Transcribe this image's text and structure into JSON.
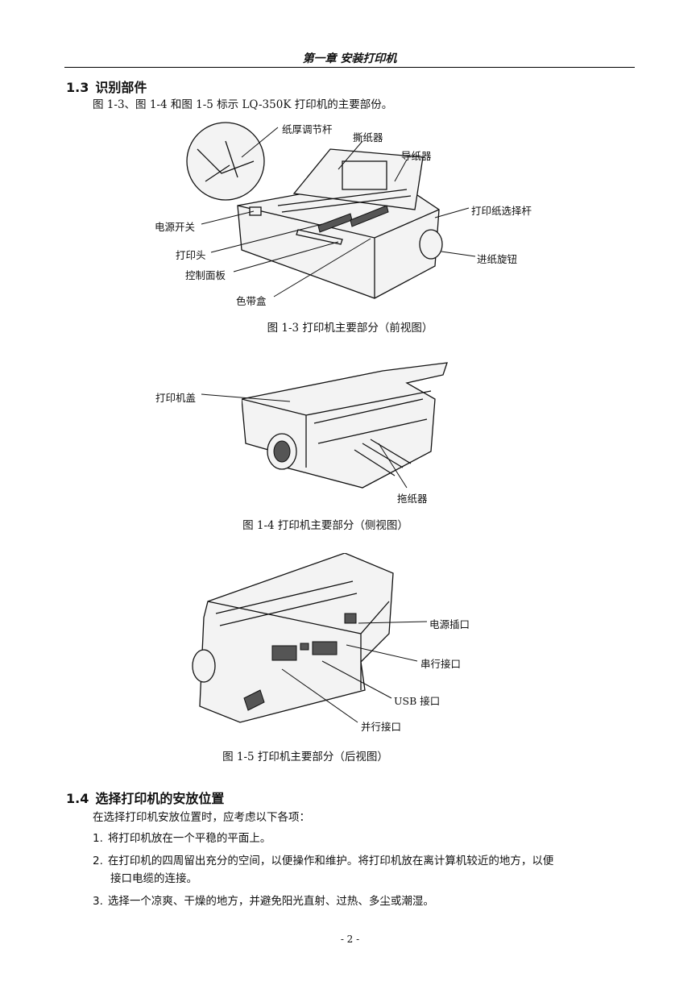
{
  "header": {
    "title": "第一章 安装打印机"
  },
  "section_1_3": {
    "number": "1.3",
    "title": "识别部件",
    "intro": "图 1-3、图 1-4 和图 1-5 标示 LQ-350K 打印机的主要部份。"
  },
  "figure_1_3": {
    "caption": "图 1-3  打印机主要部分（前视图）",
    "labels": {
      "paper_thickness_lever": "纸厚调节杆",
      "tear_off": "撕纸器",
      "paper_guide": "导纸器",
      "paper_release_lever": "打印纸选择杆",
      "power_switch": "电源开关",
      "knob": "进纸旋钮",
      "print_head": "打印头",
      "control_panel": "控制面板",
      "ribbon_cartridge": "色带盒"
    }
  },
  "figure_1_4": {
    "caption": "图 1-4  打印机主要部分（侧视图）",
    "labels": {
      "printer_cover": "打印机盖",
      "tractor": "拖纸器"
    }
  },
  "figure_1_5": {
    "caption": "图 1-5  打印机主要部分（后视图）",
    "labels": {
      "power_inlet": "电源插口",
      "serial_interface": "串行接口",
      "usb_interface": "USB 接口",
      "parallel_interface": "并行接口"
    }
  },
  "section_1_4": {
    "number": "1.4",
    "title": "选择打印机的安放位置",
    "intro": "在选择打印机安放位置时，应考虑以下各项：",
    "items": [
      {
        "n": "1.",
        "text": "将打印机放在一个平稳的平面上。",
        "cont": ""
      },
      {
        "n": "2.",
        "text": "在打印机的四周留出充分的空间，以便操作和维护。将打印机放在离计算机较近的地方，以便",
        "cont": "接口电缆的连接。"
      },
      {
        "n": "3.",
        "text": "选择一个凉爽、干燥的地方，并避免阳光直射、过热、多尘或潮湿。",
        "cont": ""
      }
    ]
  },
  "footer": {
    "page": "- 2 -"
  }
}
